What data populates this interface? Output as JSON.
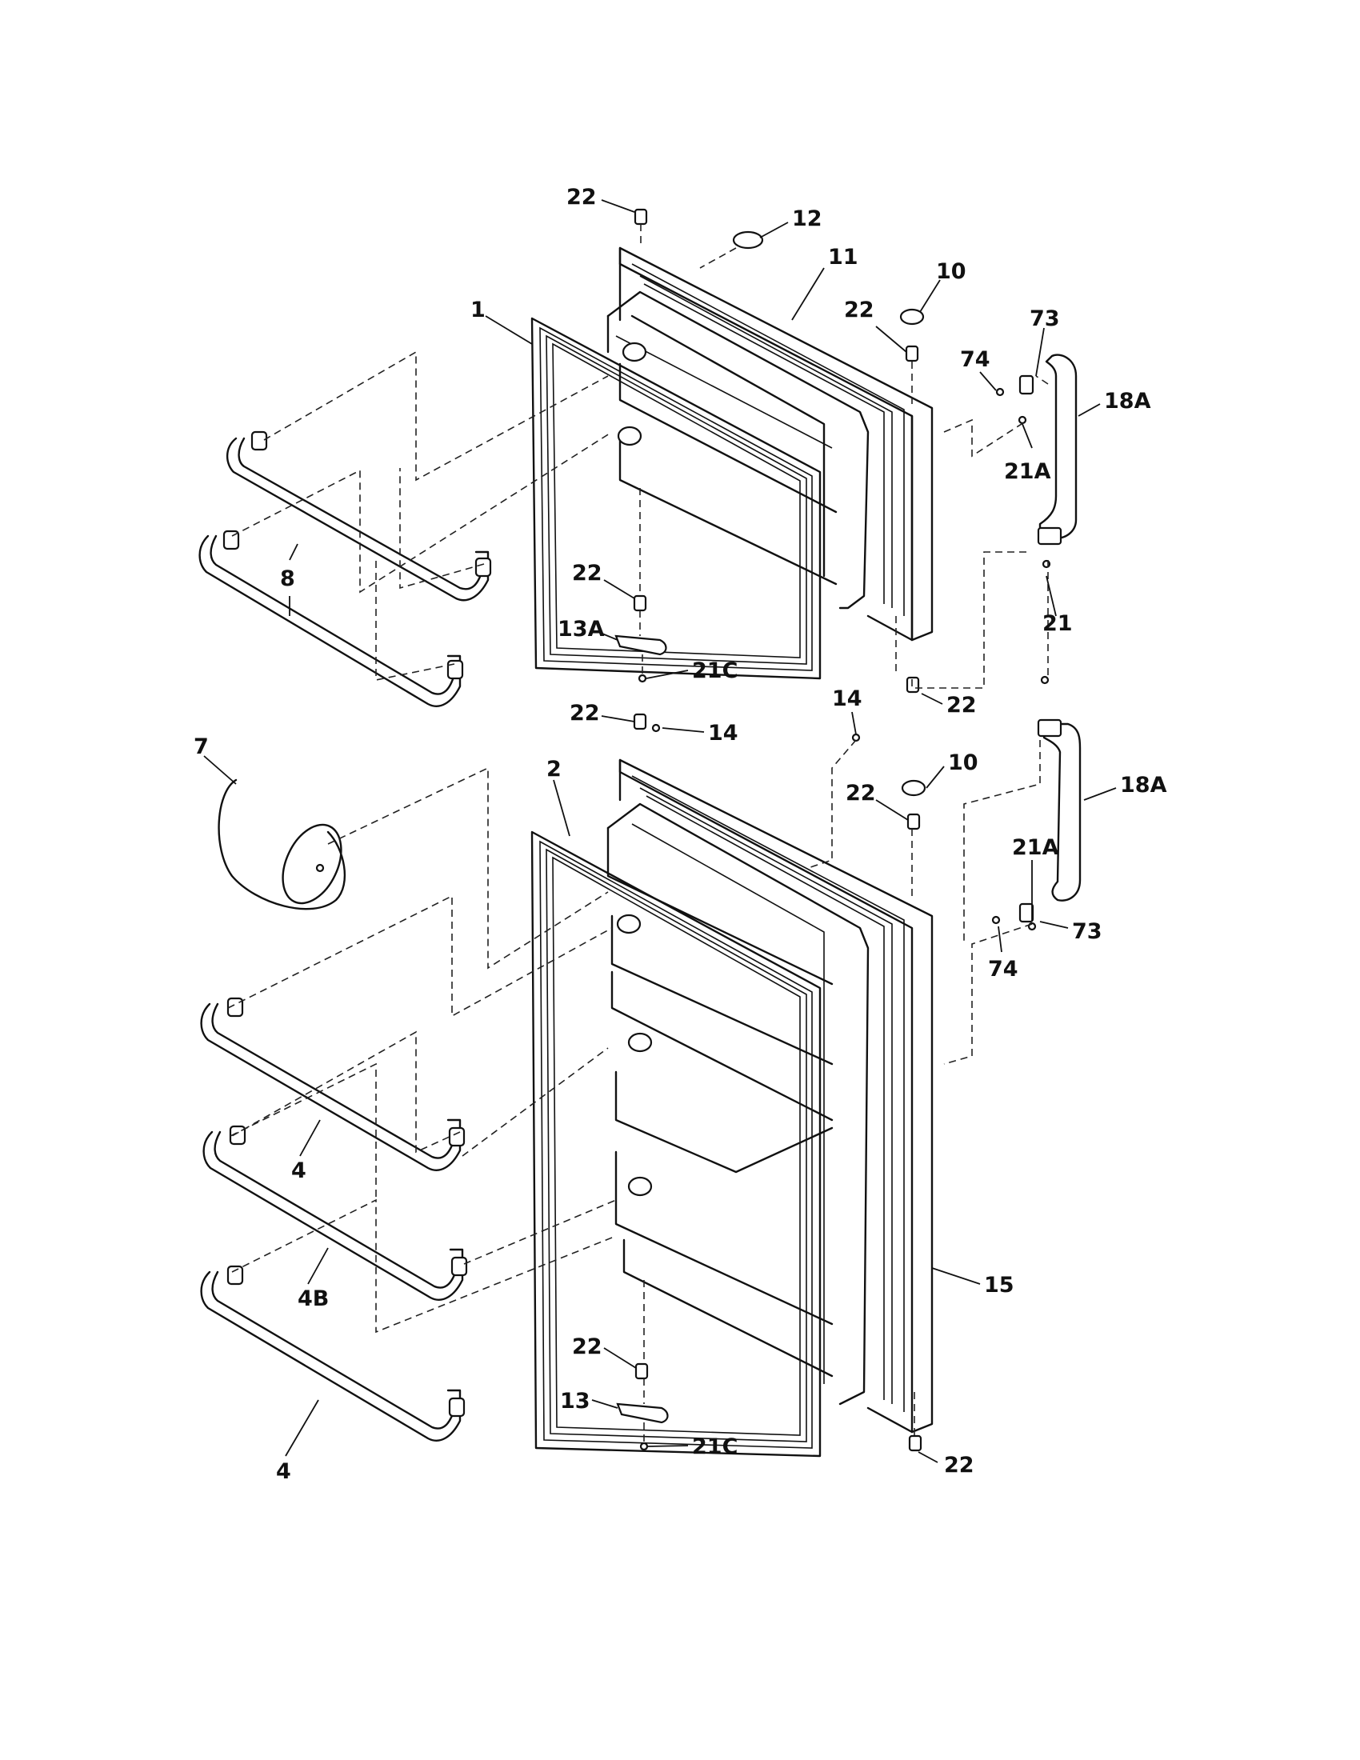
{
  "labels": {
    "p22_top": "22",
    "p12": "12",
    "p11": "11",
    "p10_upper": "10",
    "p22_upper_mid": "22",
    "p1": "1",
    "p73_upper": "73",
    "p74_upper": "74",
    "p18A_upper": "18A",
    "p21A_upper": "21A",
    "p8": "8",
    "p22_upper_hinge": "22",
    "p13A": "13A",
    "p21C_upper": "21C",
    "p21": "21",
    "p22_upper_bottom": "22",
    "p14_right": "14",
    "p22_lower_top": "22",
    "p14_lower": "14",
    "p7": "7",
    "p2": "2",
    "p10_lower": "10",
    "p22_lower_mid": "22",
    "p18A_lower": "18A",
    "p21A_lower": "21A",
    "p73_lower": "73",
    "p74_lower": "74",
    "p4_upper": "4",
    "p4B": "4B",
    "p15": "15",
    "p22_lower_hinge": "22",
    "p13": "13",
    "p21C_lower": "21C",
    "p22_lower_bottom": "22",
    "p4_lower": "4"
  }
}
